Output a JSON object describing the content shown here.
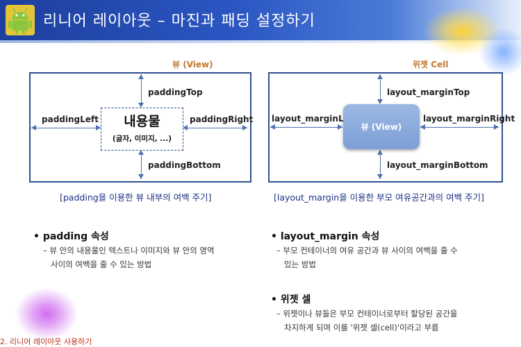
{
  "header": {
    "title": "리니어 레이아웃 – 마진과 패딩 설정하기"
  },
  "left_panel": {
    "caption": "뷰 (View)",
    "top_label": "paddingTop",
    "left_label": "paddingLeft",
    "right_label": "paddingRight",
    "bottom_label": "paddingBottom",
    "content_title": "내용물",
    "content_sub": "(글자, 이미지, ...)",
    "bracket_caption": "[padding을 이용한 뷰 내부의 여백 주기]"
  },
  "right_panel": {
    "caption": "위젯 Cell",
    "top_label": "layout_marginTop",
    "left_label": "layout_marginLeft",
    "right_label": "layout_marginRight",
    "bottom_label": "layout_marginBottom",
    "view_label": "뷰 (View)",
    "bracket_caption": "[layout_margin을 이용한 부모 여유공간과의 여백 주기]"
  },
  "bullets": {
    "padding_title": "• padding 속성",
    "padding_desc1": "– 뷰 안의 내용물인 텍스트나 이미지와 뷰 안의 영역",
    "padding_desc2": "사이의 여백을 줄 수 있는 방법",
    "margin_title": "• layout_margin 속성",
    "margin_desc1": "– 부모 컨테이너의 여유 공간과 뷰 사이의 여백을 줄 수",
    "margin_desc2": "있는 방법",
    "cell_title": "• 위젯 셀",
    "cell_desc1": "– 위젯이나 뷰들은 부모 컨테이너로부터 할당된 공간을",
    "cell_desc2": "차지하게 되며 이를 '위젯 셀(cell)'이라고 부름"
  },
  "footer": {
    "text": "2. 리니어 레이아웃 사용하기"
  },
  "colors": {
    "header_blue": "#2b56c2",
    "caption_orange": "#c0782a",
    "bracket_navy": "#1b2f86",
    "view_blue": "#8eacdd"
  },
  "icons": {
    "logo": "android-robot-icon"
  }
}
